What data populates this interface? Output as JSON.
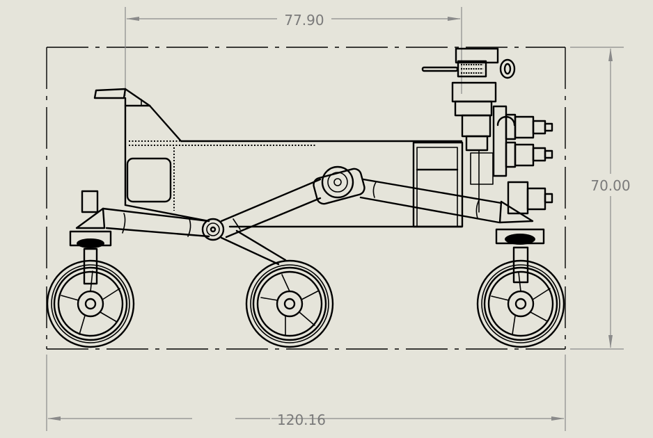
{
  "drawing": {
    "view": "side elevation",
    "subject": "six-wheel rover assembly",
    "colors": {
      "background": "#e5e4da",
      "geometry": "#000000",
      "dimension": "#8a8a8a",
      "dimension_text": "#7a7a7a"
    }
  },
  "dimensions": {
    "top": {
      "value": "77.90",
      "orientation": "horizontal"
    },
    "right": {
      "value": "70.00",
      "orientation": "vertical"
    },
    "bottom": {
      "value": "120.16",
      "orientation": "horizontal"
    }
  },
  "components": {
    "wheels": [
      "front-wheel",
      "middle-wheel",
      "rear-wheel"
    ],
    "body": "chassis-body",
    "suspension": [
      "rocker-arm",
      "bogie-arm"
    ],
    "mast": "camera-mast"
  }
}
